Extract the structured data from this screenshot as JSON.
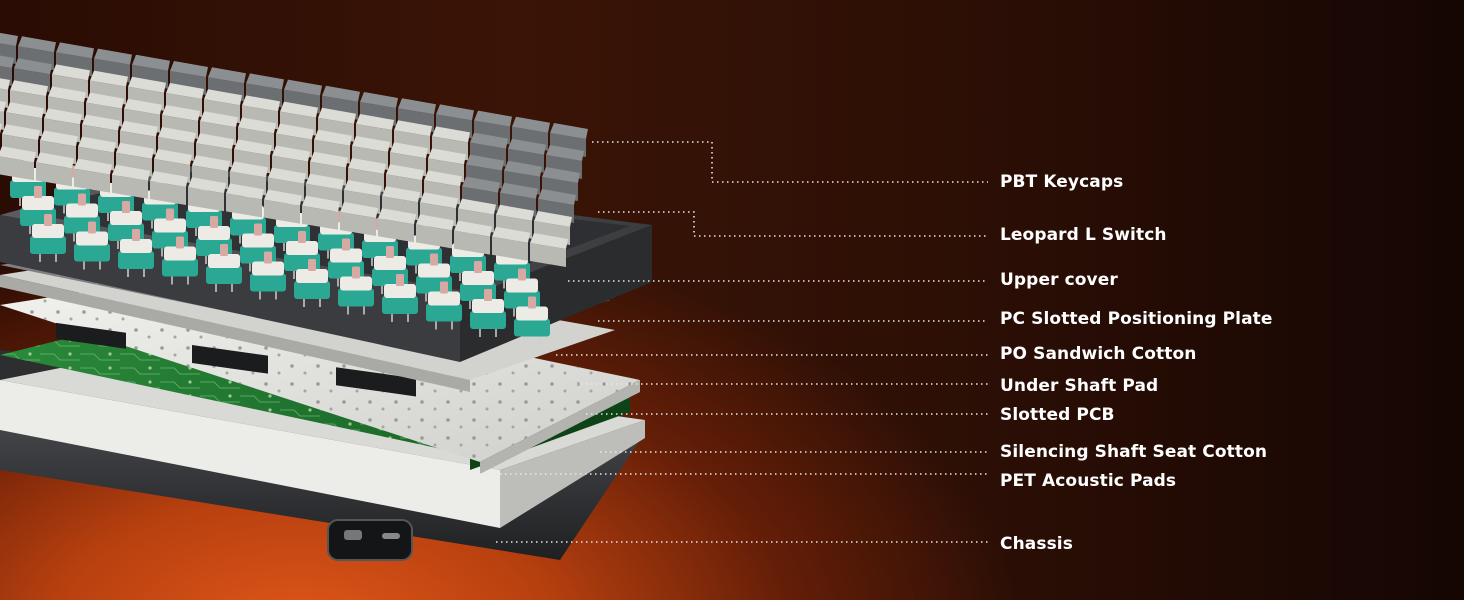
{
  "diagram": {
    "layers": [
      {
        "id": "keycaps",
        "label": "PBT Keycaps"
      },
      {
        "id": "switch",
        "label": "Leopard L Switch"
      },
      {
        "id": "upper-cover",
        "label": "Upper cover"
      },
      {
        "id": "plate",
        "label": "PC Slotted Positioning Plate"
      },
      {
        "id": "sandwich-cotton",
        "label": "PO Sandwich Cotton"
      },
      {
        "id": "shaft-pad",
        "label": "Under Shaft Pad"
      },
      {
        "id": "pcb",
        "label": "Slotted PCB"
      },
      {
        "id": "seat-cotton",
        "label": "Silencing Shaft Seat Cotton"
      },
      {
        "id": "acoustic-pads",
        "label": "PET Acoustic Pads"
      },
      {
        "id": "chassis",
        "label": "Chassis"
      }
    ]
  },
  "colors": {
    "keycap_light": "#dcdcd6",
    "keycap_dark": "#8c8f92",
    "switch_stem": "#d7a9a2",
    "switch_housing": "#2aa893",
    "pcb_green": "#1d7a2e",
    "case_dark": "#3d3f42",
    "label_text": "#ffffff",
    "leader_line": "#e8e8e8"
  }
}
